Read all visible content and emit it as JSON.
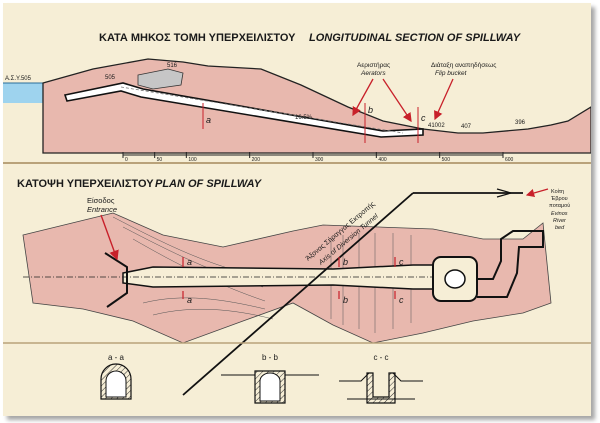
{
  "section": {
    "title_gr": "ΚΑΤΑ ΜΗΚΟΣ ΤΟΜΗ ΥΠΕΡΧΕΙΛΙΣΤΟΥ",
    "title_en": "LONGITUDINAL SECTION OF SPILLWAY",
    "level_left": "Α.Σ.Υ.505",
    "elev_505": "505",
    "elev_516": "516",
    "slope": "16.5%",
    "elev_41002": "41002",
    "elev_407": "407",
    "elev_396": "396",
    "aerators_gr": "Αεριστήρας",
    "aerators_en": "Aerators",
    "flip_gr": "Διάταξη αναπηδήσεως",
    "flip_en": "Flip bucket",
    "label_a": "a",
    "label_b": "b",
    "label_c": "c",
    "scale_ticks": [
      "0",
      "50",
      "100",
      "200",
      "300",
      "400",
      "500",
      "600"
    ]
  },
  "plan": {
    "title_gr": "ΚΑΤΟΨΗ ΥΠΕΡΧΕΙΛΙΣΤΟΥ",
    "title_en": "PLAN OF SPILLWAY",
    "entrance_gr": "Είσοδος",
    "entrance_en": "Entrance",
    "tunnel_gr": "Άξονας Σήραγγας Εκτροπής",
    "tunnel_en": "Axis of Diversion Tunnel",
    "river_gr": [
      "Κοίτη",
      "Έβρου",
      "ποταμού"
    ],
    "river_en": [
      "Evinos",
      "River",
      "bed"
    ],
    "label_a": "a",
    "label_b": "b",
    "label_c": "c"
  },
  "cross_sections": {
    "aa": "a - a",
    "bb": "b - b",
    "cc": "c - c"
  },
  "colors": {
    "paper": "#f6eed6",
    "ground": "#e8b8ae",
    "water": "#9ed3ee",
    "concrete": "#c6c6c6",
    "annotation": "#c8202a"
  }
}
